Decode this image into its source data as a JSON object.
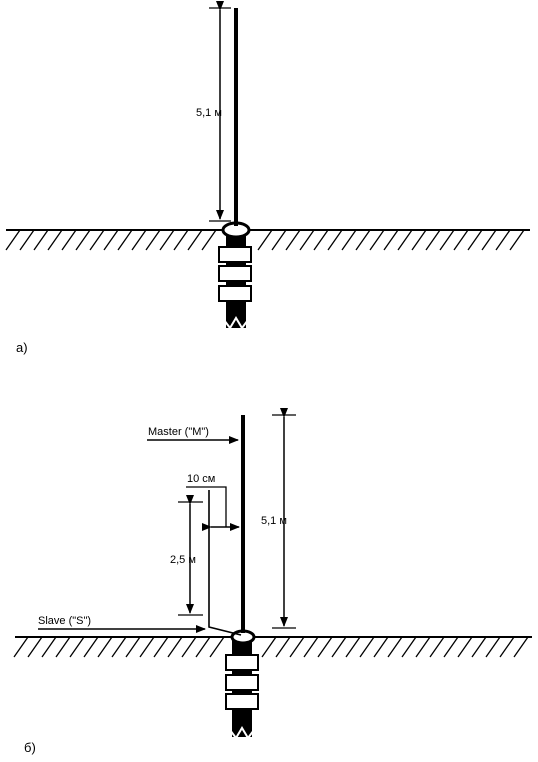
{
  "diagram_a": {
    "caption": "а)",
    "height_label": "5,1 м"
  },
  "diagram_b": {
    "caption": "б)",
    "master_label": "Master (\"M\")",
    "slave_label": "Slave (\"S\")",
    "spacing_label": "10 см",
    "slave_height_label": "2,5 м",
    "master_height_label": "5,1 м"
  },
  "colors": {
    "ink": "#000000",
    "paper": "#ffffff"
  }
}
